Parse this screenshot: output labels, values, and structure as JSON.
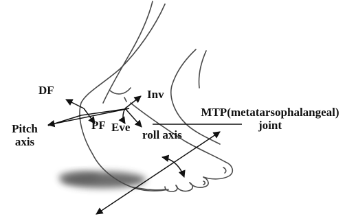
{
  "diagram": {
    "labels": {
      "df": "DF",
      "pf": "PF",
      "inv": "Inv",
      "eve": "Eve",
      "roll_axis": "roll axis",
      "pitch_axis_line1": "Pitch",
      "pitch_axis_line2": "axis",
      "mtp_line1": "MTP(metatarsophalangeal)",
      "mtp_line2": "joint"
    }
  },
  "colors": {
    "ink": "#111111",
    "outline": "#4a4a4a",
    "shadow": "#3c3c3c"
  }
}
